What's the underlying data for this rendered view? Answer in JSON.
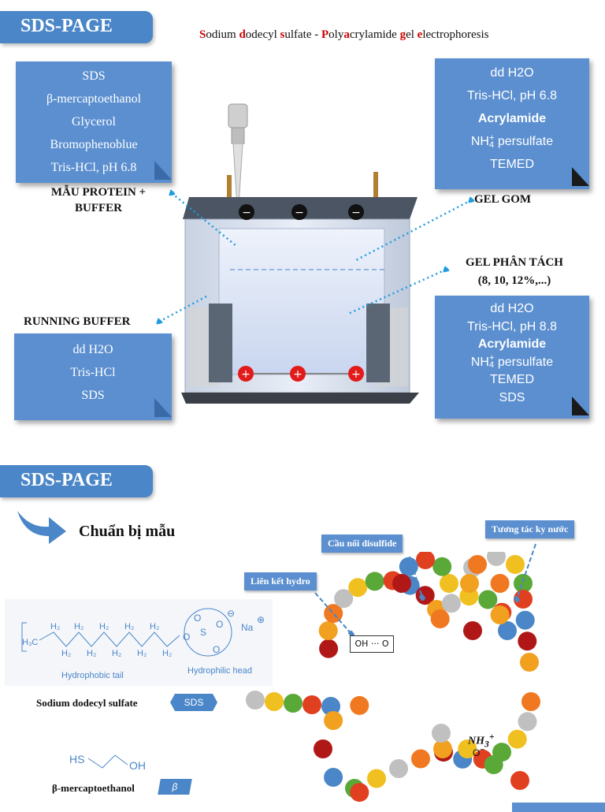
{
  "section1": {
    "tab": "SDS-PAGE",
    "subtitle_parts": [
      {
        "t": "S",
        "h": true
      },
      {
        "t": "odium ",
        "h": false
      },
      {
        "t": "d",
        "h": true
      },
      {
        "t": "odecyl ",
        "h": false
      },
      {
        "t": "s",
        "h": true
      },
      {
        "t": "ulfate - ",
        "h": false
      },
      {
        "t": "P",
        "h": true
      },
      {
        "t": "oly",
        "h": false
      },
      {
        "t": "a",
        "h": true
      },
      {
        "t": "crylamide ",
        "h": false
      },
      {
        "t": "g",
        "h": true
      },
      {
        "t": "el ",
        "h": false
      },
      {
        "t": "e",
        "h": true
      },
      {
        "t": "lectrophoresis",
        "h": false
      }
    ],
    "sample_box": [
      "SDS",
      "β-mercaptoethanol",
      "Glycerol",
      "Bromophenoblue",
      "Tris-HCl, pH 6.8"
    ],
    "sample_label": [
      "MẪU PROTEIN +",
      "BUFFER"
    ],
    "stacking_box": {
      "l1": "dd H2O",
      "l2": "Tris-HCl, pH 6.8",
      "l3": "Acrylamide",
      "l4_pre": "NH",
      "l4_sup": "+",
      "l4_sub": "4",
      "l4_post": " persulfate",
      "l5": "TEMED"
    },
    "stacking_label": "GEL GOM",
    "separating_label": [
      "GEL PHÂN TÁCH",
      "(8, 10, 12%,...)"
    ],
    "separating_box": {
      "l1": "dd H2O",
      "l2": "Tris-HCl, pH 8.8",
      "l3": "Acrylamide",
      "l4_pre": "NH",
      "l4_sup": "+",
      "l4_sub": "4",
      "l4_post": " persulfate",
      "l5": "TEMED",
      "l6": "SDS"
    },
    "running_label": "RUNNING BUFFER",
    "running_box": [
      "dd H2O",
      "Tris-HCl",
      "SDS"
    ],
    "electrode_neg": "−",
    "electrode_pos": "+"
  },
  "section2": {
    "tab": "SDS-PAGE",
    "step_title": "Chuẩn bị mẫu",
    "sds_tail": "Hydrophobic tail",
    "sds_head": "Hydrophilic head",
    "sds_name": "Sodium dodecyl sulfate",
    "sds_tag": "SDS",
    "bme_name": "β-mercaptoethanol",
    "bme_tag": "β",
    "bme_formula_hs": "HS",
    "bme_formula_oh": "OH",
    "na": "Na",
    "callouts": {
      "hydrogen": "Liên kết hydro",
      "disulfide": "Cầu nối disulfide",
      "hydrophobic": "Tương tác ky nước"
    },
    "hbond_text": "OH ··· O",
    "nh3": "NH",
    "o_minus": "O"
  },
  "colors": {
    "accent": "#4a86c8",
    "box": "#5b8fd0",
    "highlight": "#d10000",
    "dots": "#1e9be0"
  }
}
